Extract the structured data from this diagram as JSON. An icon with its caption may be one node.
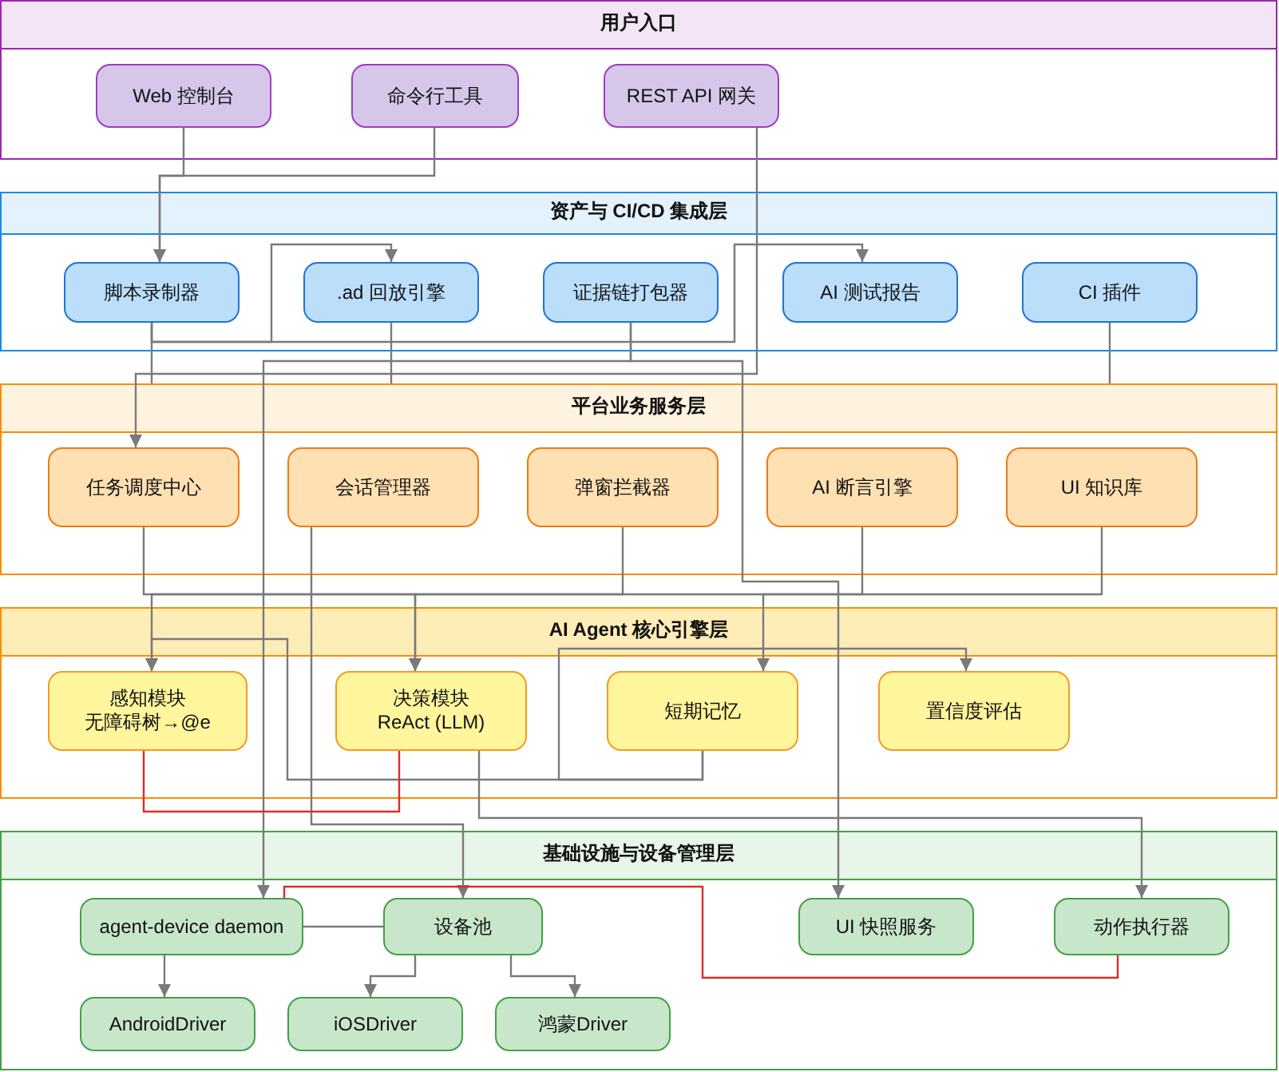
{
  "diagram": {
    "nodes": [
      {
        "text": [
          "用户入口"
        ]
      },
      {
        "text": [
          "Web 控制台"
        ],
        "in": 0
      },
      {
        "text": [
          "命令行工具"
        ],
        "in": 0
      },
      {
        "text": [
          "REST API 网关"
        ],
        "in": 0
      },
      {
        "text": [
          "资产与 CI/CD 集成层"
        ]
      },
      {
        "text": [
          "脚本录制器"
        ],
        "in": 4
      },
      {
        "text": [
          ".ad 回放引擎"
        ],
        "in": 4
      },
      {
        "text": [
          "证据链打包器"
        ],
        "in": 4
      },
      {
        "text": [
          "AI 测试报告"
        ],
        "in": 4
      },
      {
        "text": [
          "CI 插件"
        ],
        "in": 4
      },
      {
        "text": [
          "平台业务服务层"
        ]
      },
      {
        "text": [
          "任务调度中心"
        ],
        "in": 10
      },
      {
        "text": [
          "会话管理器"
        ],
        "in": 10
      },
      {
        "text": [
          "弹窗拦截器"
        ],
        "in": 10
      },
      {
        "text": [
          "AI 断言引擎"
        ],
        "in": 10
      },
      {
        "text": [
          "UI 知识库"
        ],
        "in": 10
      },
      {
        "text": [
          "AI Agent 核心引擎层"
        ]
      },
      {
        "text": [
          "感知模块",
          "无障碍树→@e"
        ],
        "in": 16
      },
      {
        "text": [
          "决策模块",
          "ReAct (LLM)"
        ],
        "in": 16
      },
      {
        "text": [
          "短期记忆"
        ],
        "in": 16
      },
      {
        "text": [
          "置信度评估"
        ],
        "in": 16
      },
      {
        "text": [
          "基础设施与设备管理层"
        ]
      },
      {
        "text": [
          "agent-device daemon"
        ],
        "in": 21
      },
      {
        "text": [
          "设备池"
        ],
        "in": 21
      },
      {
        "text": [
          "UI 快照服务"
        ],
        "in": 21
      },
      {
        "text": [
          "动作执行器"
        ],
        "in": 21
      },
      {
        "text": [
          "AndroidDriver"
        ],
        "in": 21
      },
      {
        "text": [
          "iOSDriver"
        ],
        "in": 21
      },
      {
        "text": [
          "鸿蒙Driver"
        ],
        "in": 21
      }
    ],
    "edges": [
      {
        "from": 1,
        "to": 5,
        "arrow": "to"
      },
      {
        "from": 2,
        "to": 5,
        "arrow": "to"
      },
      {
        "from": 3,
        "to": 11,
        "arrow": "to"
      },
      {
        "from": 5,
        "to": 6,
        "arrow": "to"
      },
      {
        "from": 5,
        "to": 8,
        "arrow": "to"
      },
      {
        "from": 5,
        "to": 10,
        "arrow": "none"
      },
      {
        "from": 6,
        "to": 10,
        "arrow": "none"
      },
      {
        "from": 9,
        "to": 10,
        "arrow": "none"
      },
      {
        "from": 7,
        "to": 22,
        "arrow": "to"
      },
      {
        "from": 7,
        "to": 24,
        "arrow": "to"
      },
      {
        "from": 11,
        "to": 18,
        "arrow": "to"
      },
      {
        "from": 13,
        "to": 17,
        "arrow": "to"
      },
      {
        "from": 14,
        "to": 18,
        "arrow": "to"
      },
      {
        "from": 15,
        "to": 19,
        "arrow": "to"
      },
      {
        "from": 12,
        "to": 23,
        "arrow": "to"
      },
      {
        "from": 19,
        "to": 17,
        "arrow": "to"
      },
      {
        "from": 19,
        "to": 20,
        "arrow": "to"
      },
      {
        "from": 17,
        "to": 18,
        "arrow": "none",
        "color": "#dd2c2c"
      },
      {
        "from": 18,
        "to": 25,
        "arrow": "to"
      },
      {
        "from": 25,
        "to": 22,
        "arrow": "none",
        "color": "#dd2c2c"
      },
      {
        "from": 22,
        "to": 26,
        "arrow": "to"
      },
      {
        "from": 23,
        "to": 27,
        "arrow": "to"
      },
      {
        "from": 23,
        "to": 28,
        "arrow": "to"
      },
      {
        "from": 22,
        "to": 23,
        "arrow": "none"
      }
    ]
  }
}
